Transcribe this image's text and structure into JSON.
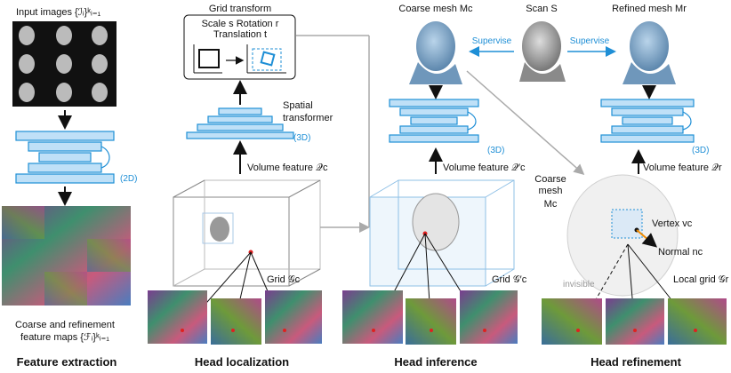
{
  "columns": {
    "feature_extraction": {
      "title": "Feature extraction",
      "input_label": "Input images {ℐᵢ}ᵏᵢ₌₁",
      "encoder_tag": "(2D)",
      "output_label_1": "Coarse and refinement",
      "output_label_2": "feature maps {ℱᵢ}ᵏᵢ₌₁"
    },
    "head_localization": {
      "title": "Head localization",
      "grid_transform_title": "Grid transform",
      "grid_transform_line1": "Scale s  Rotation r",
      "grid_transform_line2": "Translation t",
      "spatial_transformer_1": "Spatial",
      "spatial_transformer_2": "transformer",
      "net_tag": "(3D)",
      "volume_feature": "Volume feature 𝒬c",
      "grid": "Grid 𝒢c"
    },
    "head_inference": {
      "title": "Head inference",
      "coarse_mesh": "Coarse mesh Mc",
      "net_tag": "(3D)",
      "volume_feature": "Volume feature 𝒬′c",
      "grid": "Grid 𝒢′c",
      "supervise_left": "Supervise"
    },
    "head_refinement": {
      "title": "Head refinement",
      "scan": "Scan S",
      "refined_mesh": "Refined mesh Mr",
      "supervise_right": "Supervise",
      "net_tag": "(3D)",
      "volume_feature": "Volume feature 𝒬r",
      "coarse_mesh_1": "Coarse",
      "coarse_mesh_2": "mesh",
      "coarse_mesh_3": "Mc",
      "vertex": "Vertex vc",
      "normal": "Normal nc",
      "invisible": "invisible",
      "local_grid": "Local grid 𝒢r"
    }
  },
  "colors": {
    "accent_blue": "#1f8fd6",
    "layer_fill": "#bfe0f7",
    "layer_stroke": "#1f8fd6",
    "point_red": "#e02020",
    "normal_orange": "#f08a00"
  }
}
